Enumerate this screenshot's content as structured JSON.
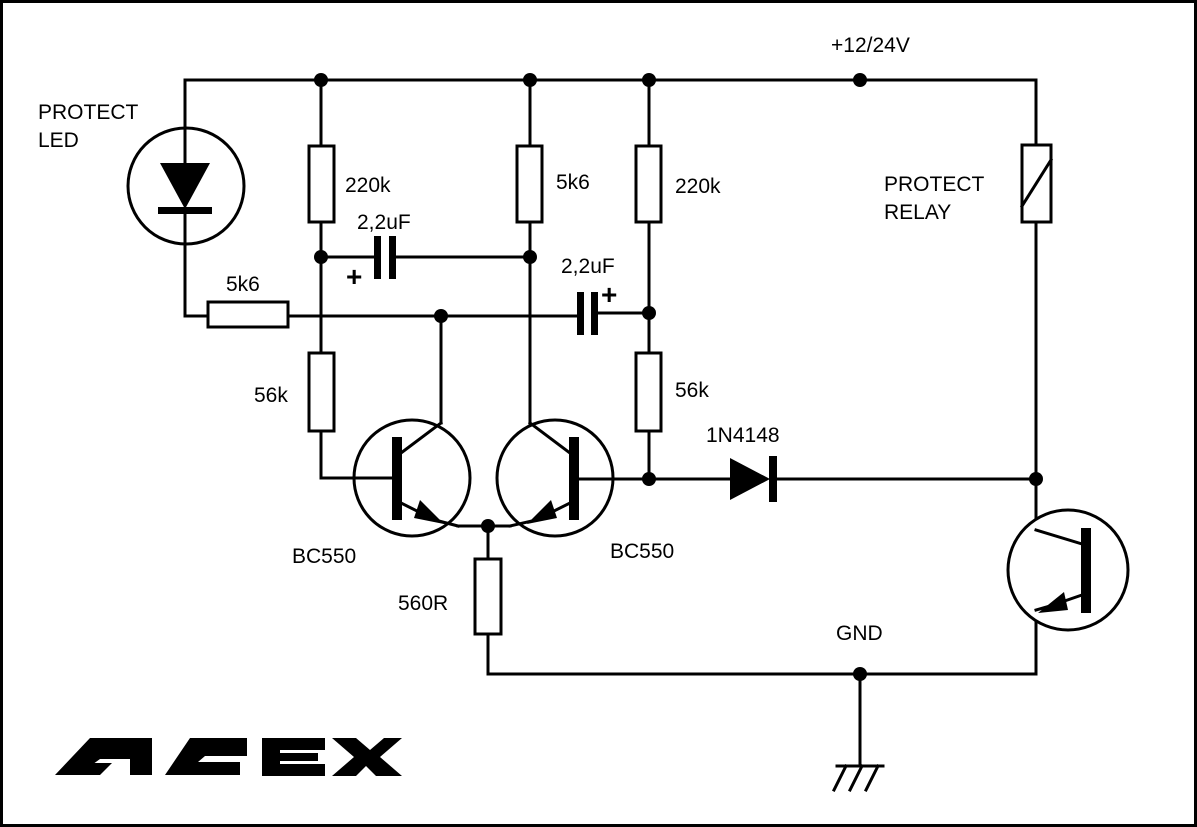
{
  "power": {
    "supply_label": "+12/24V",
    "ground_label": "GND"
  },
  "components": {
    "led": {
      "line1": "PROTECT",
      "line2": "LED"
    },
    "relay": {
      "line1": "PROTECT",
      "line2": "RELAY"
    },
    "r_led": "5k6",
    "r_top_left": "220k",
    "r_top_mid": "5k6",
    "r_top_right": "220k",
    "r_base_left": "56k",
    "r_base_right": "56k",
    "r_emitter": "560R",
    "cap_left": {
      "value": "2,2uF",
      "polarity": "+"
    },
    "cap_right": {
      "value": "2,2uF",
      "polarity": "+"
    },
    "diode": "1N4148",
    "q_left": "BC550",
    "q_right": "BC550"
  },
  "brand": {
    "logo_text": "APEX"
  }
}
